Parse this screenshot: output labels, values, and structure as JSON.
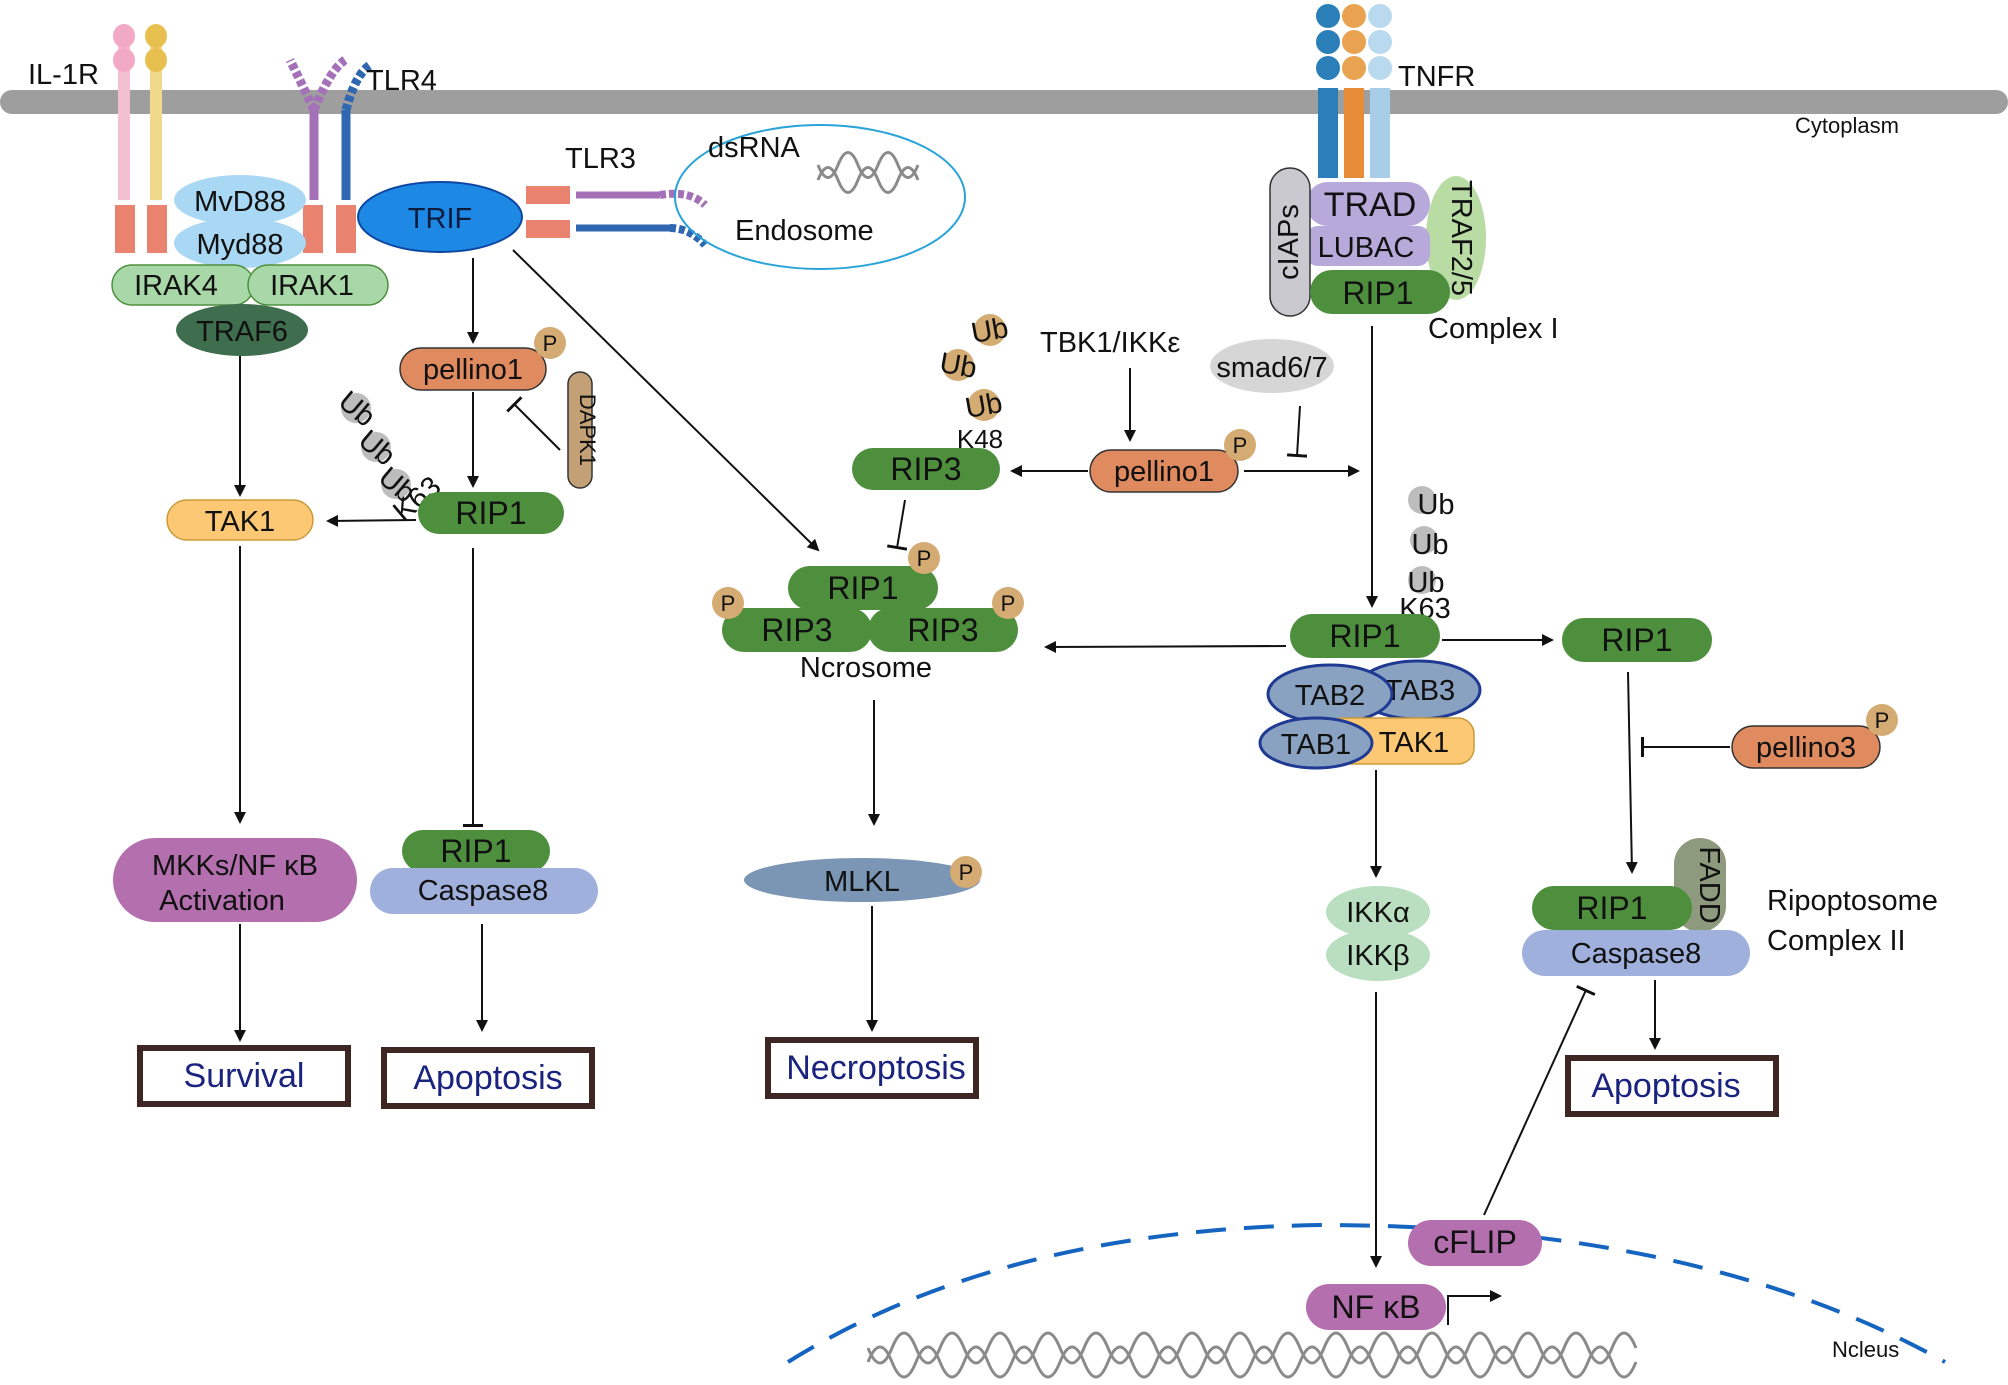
{
  "receptors": {
    "il1r": "IL-1R",
    "tlr4": "TLR4",
    "tlr3": "TLR3",
    "tnfr": "TNFR",
    "dsrna": "dsRNA",
    "endosome": "Endosome",
    "cytoplasm": "Cytoplasm",
    "nucleus": "Ncleus"
  },
  "left_pathway": {
    "mvd88": "MvD88",
    "myd88": "Myd88",
    "irak4": "IRAK4",
    "irak1": "IRAK1",
    "traf6": "TRAF6",
    "trif": "TRIF",
    "pellino1": "pellino1",
    "dapk1": "DAPK1",
    "ub": "Ub",
    "k63": "K63",
    "tak1": "TAK1",
    "rip1": "RIP1",
    "mkks_line1": "MKKs/NF κB",
    "mkks_line2": "Activation",
    "rip1_b": "RIP1",
    "caspase8": "Caspase8",
    "survival": "Survival",
    "apoptosis": "Apoptosis"
  },
  "middle_pathway": {
    "ub": "Ub",
    "k48": "K48",
    "rip3": "RIP3",
    "tbk1": "TBK1/IKKε",
    "pellino1": "pellino1",
    "smad": "smad6/7",
    "necro_rip1": "RIP1",
    "necro_rip3a": "RIP3",
    "necro_rip3b": "RIP3",
    "ncrosome": "Ncrosome",
    "mlkl": "MLKL",
    "necroptosis": "Necroptosis"
  },
  "right_pathway": {
    "ciaps": "cIAPs",
    "trad": "TRAD",
    "lubac": "LUBAC",
    "traf25": "TRAF2/5",
    "complex1_rip1": "RIP1",
    "complex1": "Complex I",
    "ub": "Ub",
    "k63": "K63",
    "rip1_center": "RIP1",
    "tab2": "TAB2",
    "tab3": "TAB3",
    "tab1": "TAB1",
    "tak1": "TAK1",
    "rip1_right": "RIP1",
    "pellino3": "pellino3",
    "ikka": "IKKα",
    "ikkb": "IKKβ",
    "fadd": "FADD",
    "rip1_ripo": "RIP1",
    "caspase8": "Caspase8",
    "ripoptosome_line1": "Ripoptosome",
    "ripoptosome_line2": "Complex II",
    "apoptosis": "Apoptosis",
    "cflip": "cFLIP",
    "nfkb": "NF κB"
  },
  "phospho": "P",
  "colors": {
    "membrane": "#9e9e9e",
    "rip_green": "#4e8f3e",
    "pellino_orange": "#e08a5f",
    "tak_yellow": "#fcc873",
    "trif_blue": "#1e88e5",
    "myd_blue": "#a9d8f5",
    "irak_green": "#a8d8a8",
    "traf6_green": "#3f6e4e",
    "mkk_purple": "#b46fae",
    "caspase_blue": "#9fb0dc",
    "mlkl_blue": "#7b95b4",
    "ikk_green": "#b9dfc0",
    "tab_blue": "#8aa2c2",
    "phospho_tan": "#d4ab72",
    "ub_gray": "#bdbdbd",
    "outcome_border": "#3e2723",
    "outcome_text": "#1a237e",
    "nucleus_blue": "#1565c0"
  }
}
